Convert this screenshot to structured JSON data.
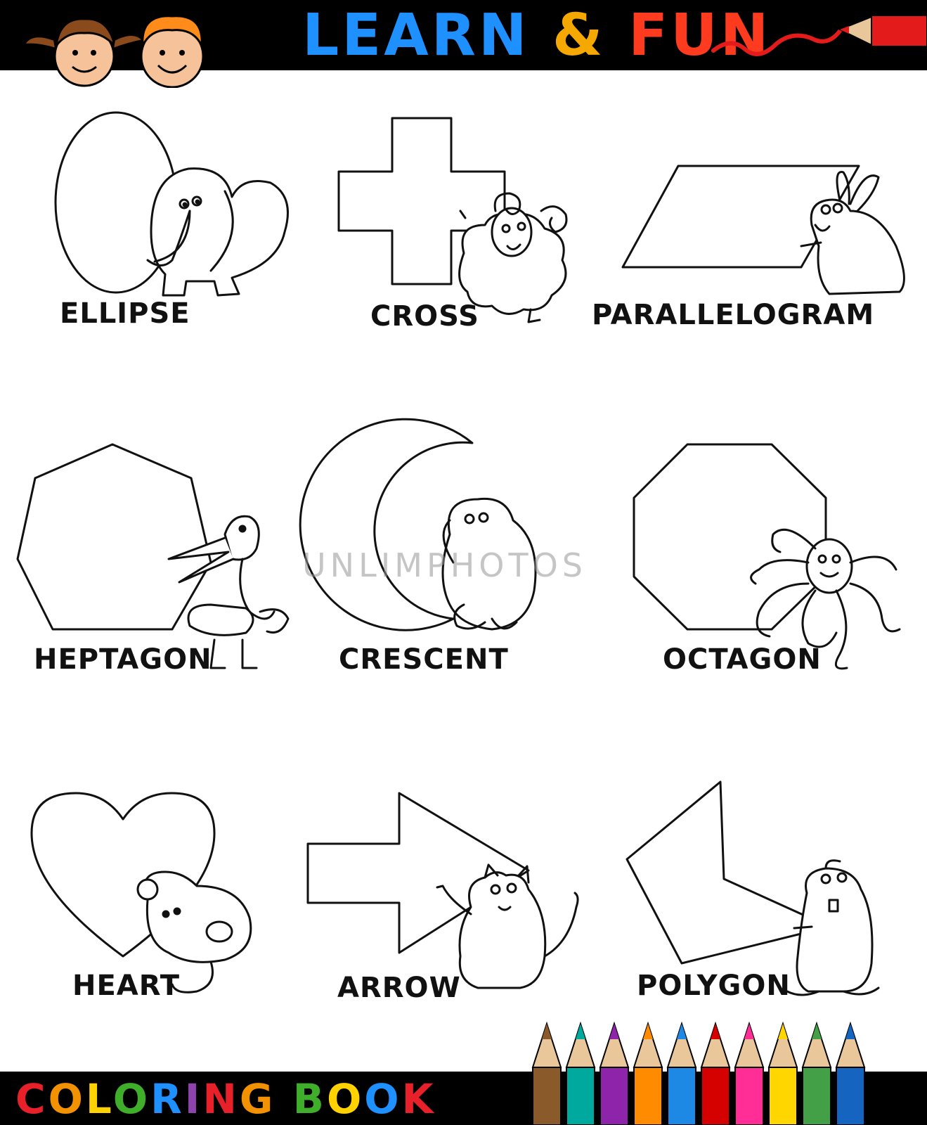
{
  "header": {
    "title": [
      {
        "text": "LEARN",
        "color": "#1e90ff"
      },
      {
        "text": " & ",
        "color": "#f5a800"
      },
      {
        "text": "FUN",
        "color": "#ff3b1f"
      }
    ]
  },
  "shapes": [
    {
      "id": "ellipse",
      "label": "ELLIPSE"
    },
    {
      "id": "cross",
      "label": "CROSS"
    },
    {
      "id": "parallelogram",
      "label": "PARALLELOGRAM"
    },
    {
      "id": "heptagon",
      "label": "HEPTAGON"
    },
    {
      "id": "crescent",
      "label": "CRESCENT"
    },
    {
      "id": "octagon",
      "label": "OCTAGON"
    },
    {
      "id": "heart",
      "label": "HEART"
    },
    {
      "id": "arrow",
      "label": "ARROW"
    },
    {
      "id": "polygon",
      "label": "POLYGON"
    }
  ],
  "footer": {
    "letters": [
      {
        "t": "C",
        "c": "#e8202a"
      },
      {
        "t": "O",
        "c": "#f39200"
      },
      {
        "t": "L",
        "c": "#ffd200"
      },
      {
        "t": "O",
        "c": "#3fae2a"
      },
      {
        "t": "R",
        "c": "#1e90ff"
      },
      {
        "t": "I",
        "c": "#8e44ad"
      },
      {
        "t": "N",
        "c": "#e8202a"
      },
      {
        "t": "G",
        "c": "#f39200"
      },
      {
        "t": " ",
        "c": "#ffffff"
      },
      {
        "t": "B",
        "c": "#3fae2a"
      },
      {
        "t": "O",
        "c": "#ffd200"
      },
      {
        "t": "O",
        "c": "#1e90ff"
      },
      {
        "t": "K",
        "c": "#e8202a"
      }
    ]
  },
  "pencil_colors": [
    "#8b5a2b",
    "#00a99d",
    "#8e24aa",
    "#ff8c00",
    "#1e88e5",
    "#d50000",
    "#ff2d95",
    "#ffd600",
    "#43a047",
    "#1565c0"
  ],
  "watermark": "UNLIMPHOTOS"
}
